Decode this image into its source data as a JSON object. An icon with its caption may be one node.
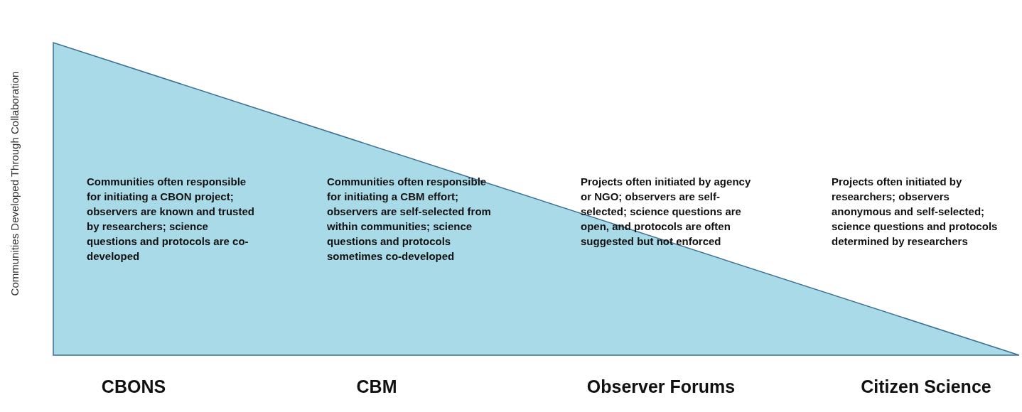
{
  "diagram": {
    "nodes": [
      {
        "text": [
          "Communities often responsible for initiating a CBON project; observers are known and trusted by researchers; science questions and protocols are co-developed",
          "Communities often responsible for initiating a CBM effort; observers are self-selected from within communities; science questions and protocols sometimes co-developed",
          "Projects often initiated by agency or NGO; observers are self-selected; science questions are open, and protocols are often suggested but not enforced",
          "Projects often initiated by researchers; observers anonymous and self-selected; science questions and protocols determined by researchers"
        ]
      }
    ],
    "labels": [
      "Communities Developed Through Collaboration",
      "CBONS",
      "CBM",
      "Observer Forums",
      "Citizen Science"
    ]
  }
}
